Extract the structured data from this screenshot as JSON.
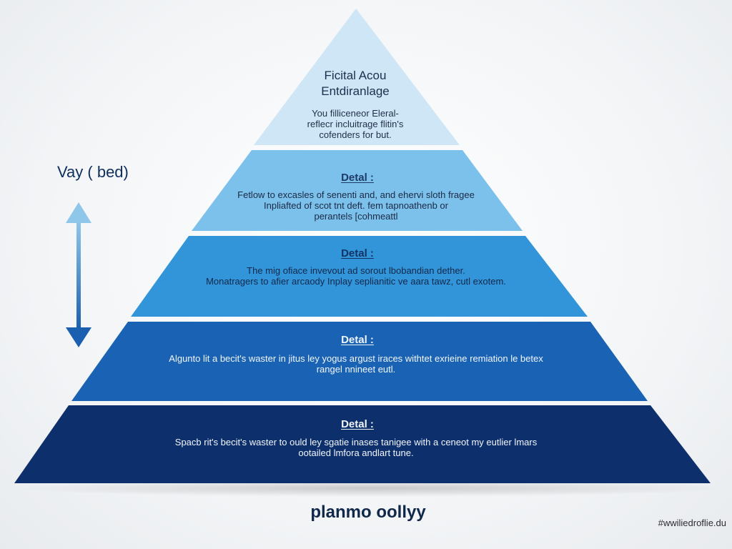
{
  "diagram": {
    "apex": {
      "title_lines": [
        "Ficital Acou",
        "Entdiranlage"
      ],
      "body_lines": [
        "You filliceneor Eleral-",
        "reflecr incluitrage flitin's",
        "cofenders for but."
      ],
      "color": "#cfe6f6"
    },
    "tiers": [
      {
        "title": "Detal :",
        "body_lines": [
          "Fetlow to excasles of senenti and, and ehervi sloth fragee",
          "Inpliafted of scot tnt deft. fem tapnoathenb or",
          "perantels [cohmeattl"
        ],
        "color": "#7cc0ec"
      },
      {
        "title": "Detal :",
        "body_lines": [
          "The mig ofiace invevout ad sorout lbobandian dether.",
          "Monatragers to afier arcaody Inplay seplianitic ve aara tawz, cutl exotem."
        ],
        "color": "#3295d9"
      },
      {
        "title": "Detal :",
        "body_lines": [
          "Algunto lit a becit's waster in jitus ley yogus argust iraces withtet exrieine remiation le betex",
          "rangel nnineet eutl."
        ],
        "color": "#1a63b4"
      },
      {
        "title": "Detal :",
        "body_lines": [
          "Spacb rit's becit's waster to ould ley sgatie inases tanigee with a ceneot my eutlier lmars",
          "ootailed lmfora andlart tune."
        ],
        "color": "#0d2f6b"
      }
    ],
    "side_label": "Vay ( bed)",
    "footer_title": "planmo oollyy",
    "watermark": "#wwiliedroflie.du",
    "arrow_colors": [
      "#8fc7ea",
      "#1a5fb0"
    ]
  }
}
